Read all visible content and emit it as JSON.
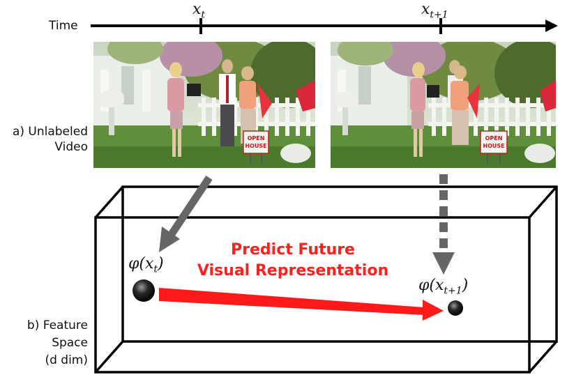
{
  "timeline": {
    "label": "Time",
    "tick_t": "x",
    "tick_t_sub": "t",
    "tick_t1": "x",
    "tick_t1_sub": "t+1"
  },
  "section_a": {
    "line1": "a) Unlabeled",
    "line2": "Video"
  },
  "section_b": {
    "line1": "b) Feature",
    "line2": "Space",
    "line3": "(d dim)"
  },
  "frames": [
    {
      "sign_line1": "OPEN",
      "sign_line2": "HOUSE"
    },
    {
      "sign_line1": "OPEN",
      "sign_line2": "HOUSE"
    }
  ],
  "feature_t": {
    "prefix": "φ(x",
    "sub": "t",
    "suffix": ")"
  },
  "feature_t1": {
    "prefix": "φ(x",
    "sub": "t+1",
    "suffix": ")"
  },
  "prediction": {
    "line1": "Predict Future",
    "line2": "Visual Representation"
  },
  "colors": {
    "prediction_arrow": "#ff1a1a",
    "mapping_arrow": "#666666",
    "box_edge": "#000000"
  }
}
